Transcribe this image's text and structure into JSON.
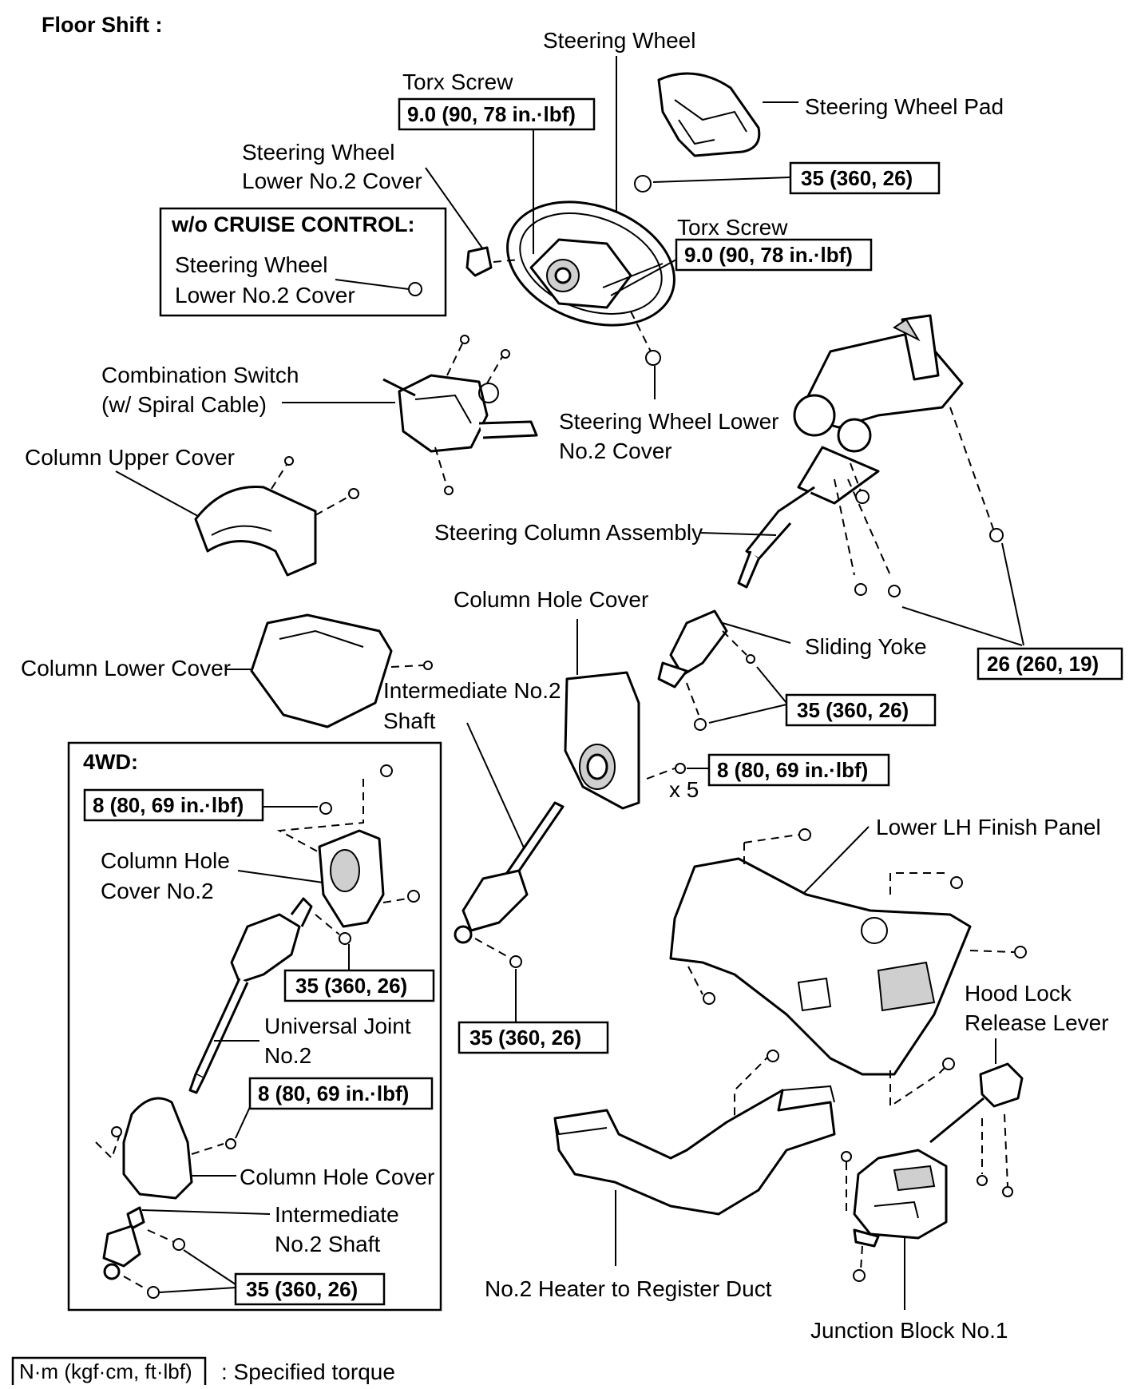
{
  "header": {
    "title": "Floor Shift :"
  },
  "labels": {
    "steering_wheel": "Steering Wheel",
    "torx_screw_top": "Torx Screw",
    "steering_wheel_pad": "Steering Wheel Pad",
    "sw_lower_no2_cover_a_1": "Steering Wheel",
    "sw_lower_no2_cover_a_2": "Lower No.2 Cover",
    "torx_screw_right": "Torx Screw",
    "sw_lower_no2_cover_b_1": "Steering Wheel",
    "sw_lower_no2_cover_b_2": "Lower No.2 Cover",
    "combination_switch_1": "Combination Switch",
    "combination_switch_2": "(w/ Spiral Cable)",
    "sw_lower_no2_cover_c_1": "Steering Wheel Lower",
    "sw_lower_no2_cover_c_2": "No.2 Cover",
    "column_upper_cover": "Column Upper Cover",
    "steering_column_assembly": "Steering Column Assembly",
    "column_hole_cover": "Column Hole Cover",
    "sliding_yoke": "Sliding Yoke",
    "column_lower_cover": "Column Lower Cover",
    "intermediate_no2_shaft_1": "Intermediate No.2",
    "intermediate_no2_shaft_2": "Shaft",
    "times_five": "x 5",
    "lower_lh_finish_panel": "Lower LH Finish Panel",
    "hood_lock_1": "Hood Lock",
    "hood_lock_2": "Release Lever",
    "heater_duct": "No.2 Heater to Register Duct",
    "junction_block": "Junction Block No.1"
  },
  "cruise_box": {
    "title": "w/o CRUISE CONTROL:",
    "label_1": "Steering Wheel",
    "label_2": "Lower No.2 Cover"
  },
  "fourwd_box": {
    "title": "4WD:",
    "column_hole_cover_no2_1": "Column  Hole",
    "column_hole_cover_no2_2": "Cover No.2",
    "universal_joint_1": "Universal Joint",
    "universal_joint_2": "No.2",
    "column_hole_cover": "Column Hole Cover",
    "intermediate_shaft_1": "Intermediate",
    "intermediate_shaft_2": "No.2 Shaft"
  },
  "torques": {
    "torx_top": "9.0 (90, 78 in.·lbf)",
    "pad_nut": "35 (360, 26)",
    "torx_right": "9.0 (90, 78 in.·lbf)",
    "column_mount": "26 (260, 19)",
    "sliding_yoke": "35 (360, 26)",
    "hole_cover_bolts": "8 (80, 69 in.·lbf)",
    "intermediate_bolt": "35 (360, 26)",
    "fourwd_hole_cover_no2": "8 (80, 69 in.·lbf)",
    "fourwd_joint_bolt": "35 (360, 26)",
    "fourwd_hole_cover": "8 (80, 69 in.·lbf)",
    "fourwd_shaft_bolts": "35 (360, 26)"
  },
  "legend": {
    "unit": "N·m (kgf·cm, ft·lbf)",
    "meaning": ": Specified torque"
  }
}
